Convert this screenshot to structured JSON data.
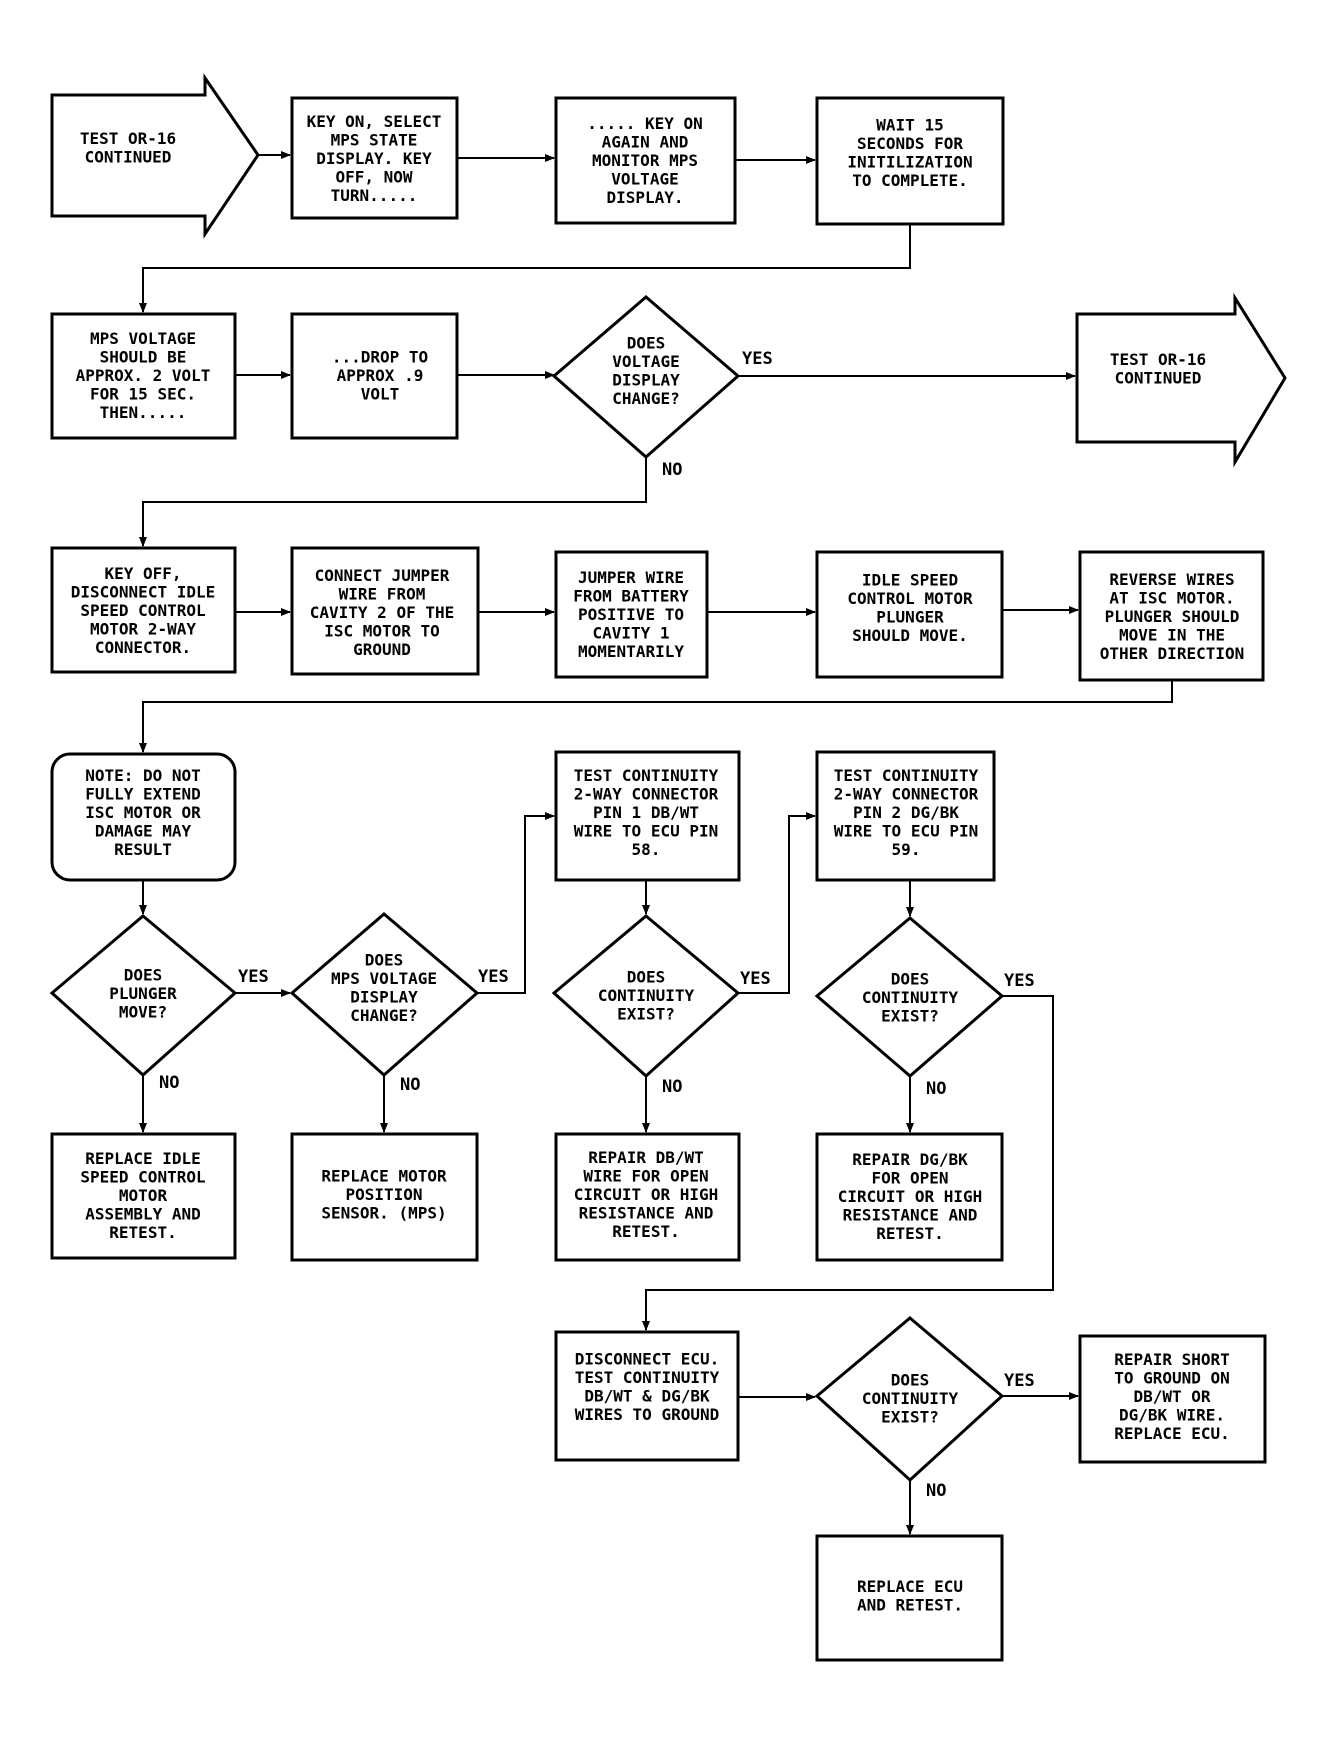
{
  "nodes": {
    "start_arrow": [
      "TEST OR-16",
      "CONTINUED"
    ],
    "key_on_select": [
      "KEY ON, SELECT",
      "MPS STATE",
      "DISPLAY. KEY",
      "OFF, NOW",
      "TURN....."
    ],
    "key_on_again": [
      "..... KEY ON",
      "AGAIN AND",
      "MONITOR MPS",
      "VOLTAGE",
      "DISPLAY."
    ],
    "wait_15": [
      "WAIT 15",
      "SECONDS FOR",
      "INITILIZATION",
      "TO COMPLETE."
    ],
    "mps_voltage": [
      "MPS VOLTAGE",
      "SHOULD BE",
      "APPROX. 2 VOLT",
      "FOR 15 SEC.",
      "THEN....."
    ],
    "drop_to": [
      "...DROP TO",
      "APPROX .9",
      "VOLT"
    ],
    "voltage_change_q": [
      "DOES",
      "VOLTAGE",
      "DISPLAY",
      "CHANGE?"
    ],
    "end_arrow": [
      "TEST OR-16",
      "CONTINUED"
    ],
    "key_off_disconnect": [
      "KEY OFF,",
      "DISCONNECT IDLE",
      "SPEED CONTROL",
      "MOTOR 2-WAY",
      "CONNECTOR."
    ],
    "connect_jumper": [
      "CONNECT JUMPER",
      "WIRE FROM",
      "CAVITY 2 OF THE",
      "ISC MOTOR TO",
      "GROUND"
    ],
    "jumper_battery": [
      "JUMPER WIRE",
      "FROM BATTERY",
      "POSITIVE TO",
      "CAVITY 1",
      "MOMENTARILY"
    ],
    "plunger_should_move": [
      "IDLE SPEED",
      "CONTROL MOTOR",
      "PLUNGER",
      "SHOULD MOVE."
    ],
    "reverse_wires": [
      "REVERSE WIRES",
      "AT ISC MOTOR.",
      "PLUNGER SHOULD",
      "MOVE IN THE",
      "OTHER DIRECTION"
    ],
    "note": [
      "NOTE: DO NOT",
      "FULLY EXTEND",
      "ISC MOTOR OR",
      "DAMAGE MAY",
      "RESULT"
    ],
    "plunger_move_q": [
      "DOES",
      "PLUNGER",
      "MOVE?"
    ],
    "mps_change_q": [
      "DOES",
      "MPS VOLTAGE",
      "DISPLAY",
      "CHANGE?"
    ],
    "test_pin1": [
      "TEST CONTINUITY",
      "2-WAY CONNECTOR",
      "PIN 1 DB/WT",
      "WIRE TO ECU PIN",
      "58."
    ],
    "test_pin2": [
      "TEST CONTINUITY",
      "2-WAY CONNECTOR",
      "PIN 2 DG/BK",
      "WIRE TO ECU PIN",
      "59."
    ],
    "continuity_q1": [
      "DOES",
      "CONTINUITY",
      "EXIST?"
    ],
    "continuity_q2": [
      "DOES",
      "CONTINUITY",
      "EXIST?"
    ],
    "replace_isc": [
      "REPLACE IDLE",
      "SPEED CONTROL",
      "MOTOR",
      "ASSEMBLY AND",
      "RETEST."
    ],
    "replace_mps": [
      "REPLACE MOTOR",
      "POSITION",
      "SENSOR. (MPS)"
    ],
    "repair_dbwt": [
      "REPAIR DB/WT",
      "WIRE FOR OPEN",
      "CIRCUIT OR HIGH",
      "RESISTANCE AND",
      "RETEST."
    ],
    "repair_dgbk": [
      "REPAIR DG/BK",
      "FOR OPEN",
      "CIRCUIT OR HIGH",
      "RESISTANCE AND",
      "RETEST."
    ],
    "disconnect_ecu": [
      "DISCONNECT ECU.",
      "TEST CONTINUITY",
      "DB/WT & DG/BK",
      "WIRES TO GROUND"
    ],
    "continuity_q3": [
      "DOES",
      "CONTINUITY",
      "EXIST?"
    ],
    "repair_short": [
      "REPAIR SHORT",
      "TO GROUND ON",
      "DB/WT OR",
      "DG/BK WIRE.",
      "REPLACE ECU."
    ],
    "replace_ecu": [
      "REPLACE ECU",
      "AND RETEST."
    ]
  },
  "labels": {
    "yes": "YES",
    "no": "NO"
  }
}
